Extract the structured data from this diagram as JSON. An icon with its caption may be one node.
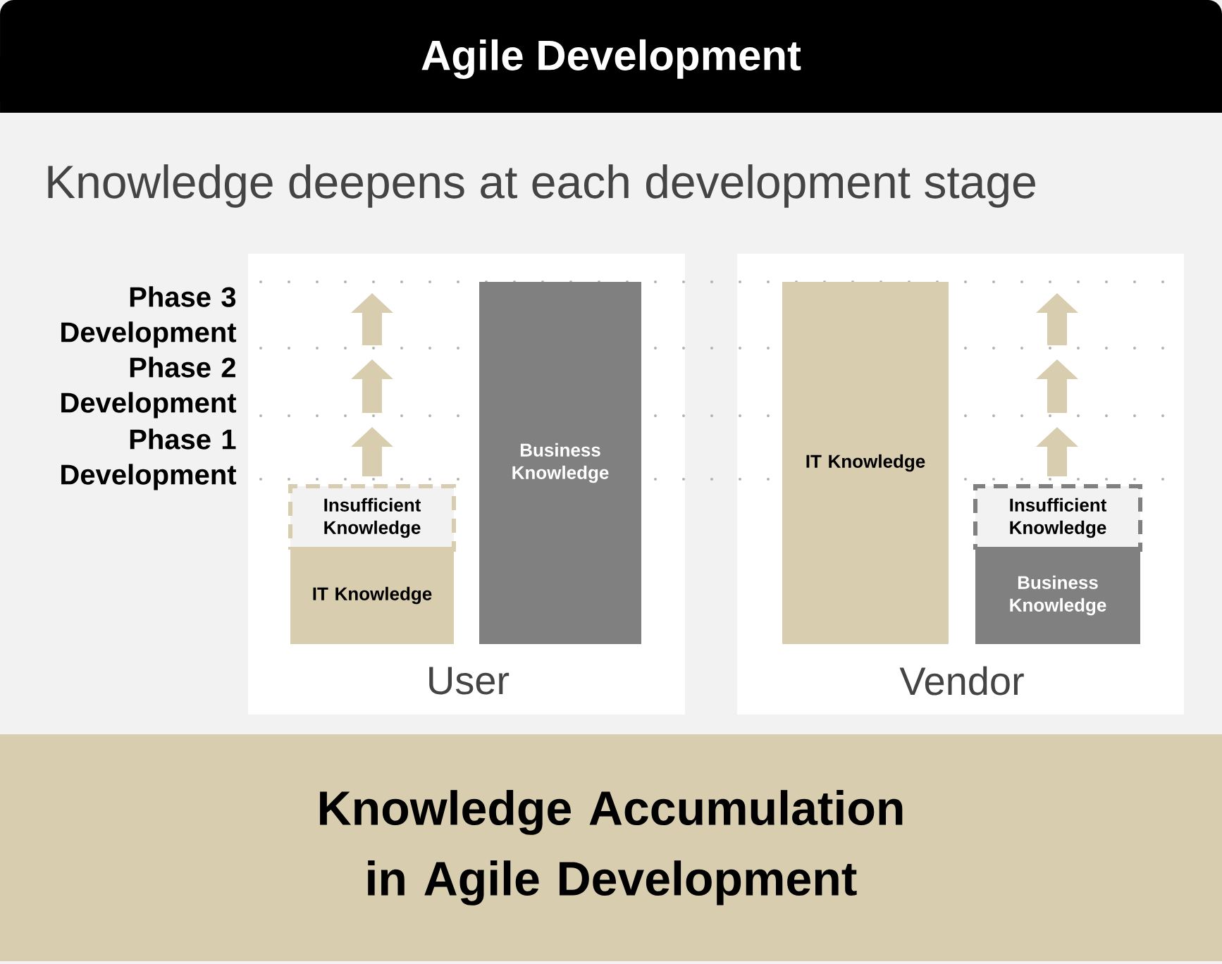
{
  "diagram": {
    "title": "Agile Development",
    "nodes": [
      {
        "text": [
          "User"
        ]
      },
      {
        "text": [
          "Insufficient Knowledge"
        ],
        "in": 0
      },
      {
        "text": [
          "IT Knowledge"
        ],
        "in": 0
      },
      {
        "text": [
          "Business Knowledge"
        ],
        "in": 0
      },
      {
        "text": [
          "Vendor"
        ]
      },
      {
        "text": [
          "IT Knowledge"
        ],
        "in": 4
      },
      {
        "text": [
          "Insufficient Knowledge"
        ],
        "in": 4
      },
      {
        "text": [
          "Business Knowledge"
        ],
        "in": 4
      },
      {
        "text": [
          "Knowledge Accumulation in Agile Development"
        ]
      }
    ],
    "labels": [
      "Knowledge deepens at each development stage",
      "Phase 3 Development",
      "Phase 2 Development",
      "Phase 1 Development"
    ]
  }
}
